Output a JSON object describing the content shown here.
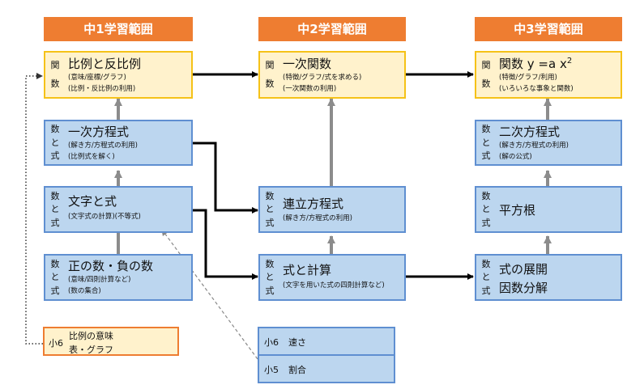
{
  "headers": {
    "g1": "中1学習範囲",
    "g2": "中2学習範囲",
    "g3": "中3学習範囲"
  },
  "side_labels": {
    "function": [
      "関",
      "数"
    ],
    "number_expr": [
      "数",
      "と",
      "式"
    ]
  },
  "g1": {
    "proportion": {
      "title": "比例と反比例",
      "lines": [
        "(意味/座標/グラフ)",
        "(比例・反比例の利用)"
      ]
    },
    "linear_eq": {
      "title": "一次方程式",
      "lines": [
        "(解き方/方程式の利用)",
        "(比例式を解く)"
      ]
    },
    "letters": {
      "title": "文字と式",
      "lines": [
        "(文字式の計算)(不等式)"
      ]
    },
    "signed": {
      "title": "正の数・負の数",
      "lines": [
        "(意味/四則計算など)",
        "(数の集合)"
      ]
    }
  },
  "g2": {
    "linear_func": {
      "title": "一次関数",
      "lines": [
        "(特徴/グラフ/式を求める)",
        "(一次関数の利用)"
      ]
    },
    "simultaneous": {
      "title": "連立方程式",
      "lines": [
        "(解き方/方程式の利用)"
      ]
    },
    "expr_calc": {
      "title": "式と計算",
      "lines": [
        "(文字を用いた式の四則計算など)"
      ]
    }
  },
  "g3": {
    "quad_func": {
      "title": "関数 y =a x",
      "sup": "2",
      "lines": [
        "(特徴/グラフ/利用)",
        "(いろいろな事象と関数)"
      ]
    },
    "quad_eq": {
      "title": "二次方程式",
      "lines": [
        "(解き方/方程式の利用)",
        "(解の公式)"
      ]
    },
    "sqrt": {
      "title": "平方根"
    },
    "expansion": {
      "title1": "式の展開",
      "title2": "因数分解"
    }
  },
  "elementary": {
    "e6_prop": {
      "grade": "小6",
      "lines": [
        "比例の意味",
        "表・グラフ"
      ]
    },
    "e6_speed": {
      "grade": "小6",
      "text": "速さ"
    },
    "e5_ratio": {
      "grade": "小5",
      "text": "割合"
    }
  }
}
